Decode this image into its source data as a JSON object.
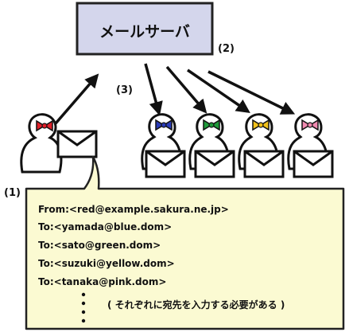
{
  "server": {
    "label": "メールサーバ"
  },
  "steps": {
    "step1": "(1)",
    "step2": "(2)",
    "step3": "(3)"
  },
  "message": {
    "from": "From:<red@example.sakura.ne.jp>",
    "recipients": [
      "To:<yamada@blue.dom>",
      "To:<sato@green.dom>",
      "To:<suzuki@yellow.dom>",
      "To:<tanaka@pink.dom>"
    ],
    "note": "( それぞれに宛先を入力する必要がある )"
  },
  "colors": {
    "server_fill": "#d4d6ec",
    "note_fill": "#fbfad2",
    "sender_bow": "#e0202a",
    "recipient_bows": [
      "#2a3bb8",
      "#1f9a3a",
      "#f1c11a",
      "#f08ab0"
    ]
  }
}
